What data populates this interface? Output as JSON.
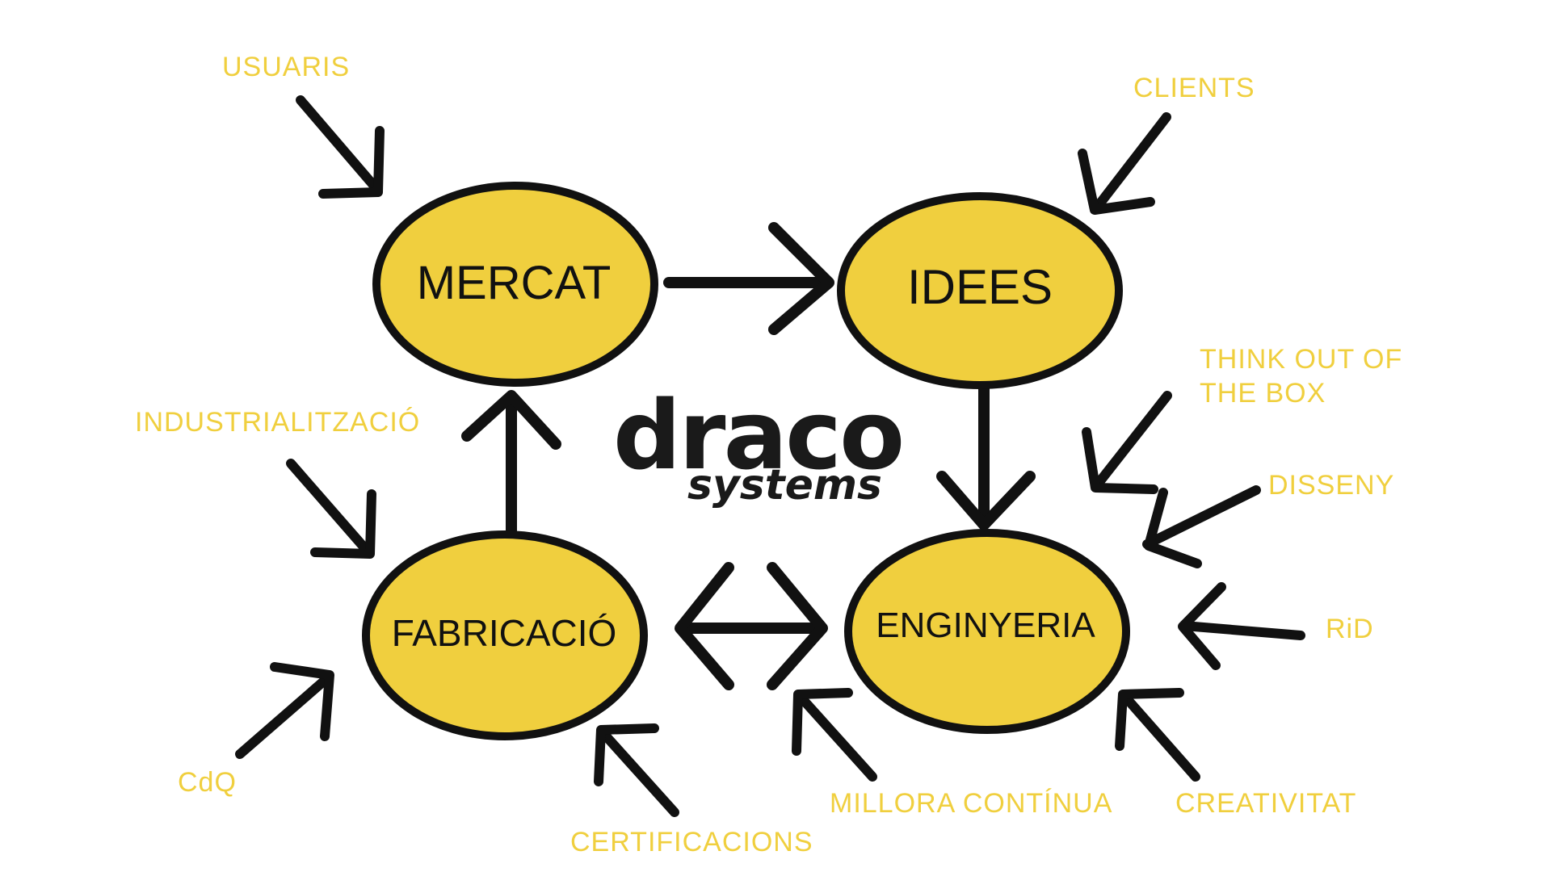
{
  "colors": {
    "node_fill": "#F0CF3E",
    "outline": "#111111",
    "label_color": "#F0CF3E",
    "logo_color": "#1a1a1a"
  },
  "nodes": {
    "mercat": "MERCAT",
    "idees": "IDEES",
    "fabricacio": "FABRICACIÓ",
    "enginyeria": "ENGINYERIA"
  },
  "external_labels": {
    "usuaris": "USUARIS",
    "clients": "CLIENTS",
    "industrialitzacio": "INDUSTRIALITZACIÓ",
    "think_line1": "THINK OUT OF",
    "think_line2": "THE BOX",
    "disseny": "DISSENY",
    "rid": "RiD",
    "creativitat": "CREATIVITAT",
    "millora": "MILLORA CONTÍNUA",
    "certificacions": "CERTIFICACIONS",
    "cdq": "CdQ"
  },
  "logo": {
    "brand": "draco",
    "sub": "systems"
  }
}
